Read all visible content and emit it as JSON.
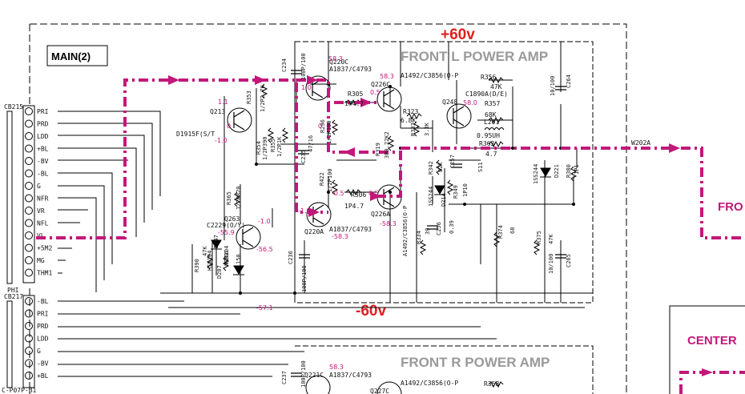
{
  "labels": {
    "main_block": "MAIN(2)",
    "front_l": "FRONT L POWER AMP",
    "front_r": "FRONT R POWER AMP",
    "plus_rail": "+60v",
    "minus_rail": "-60v",
    "fro": "FRO",
    "center": "CENTER",
    "w202a": "W202A"
  },
  "connectors": {
    "cb215": "CB215",
    "cb215_pins": [
      "PRI",
      "PRD",
      "LDD",
      "+BL",
      "-BV",
      "-BL",
      "G",
      "NFR",
      "VR",
      "NFL",
      "VL",
      "+5M2",
      "MG",
      "THM1"
    ],
    "phi": "PHI",
    "cb217": "CB217",
    "cb217_pins": [
      "-BL",
      "PRI",
      "PRD",
      "LDD",
      "G",
      "-BV",
      "+BL"
    ],
    "cp07": "C-P07P-B1"
  },
  "components": {
    "q220c": "Q220C",
    "q220c_part": "A1837/C4793",
    "q226c": "Q226C",
    "q226c_part": "A1492/C3856(O-P",
    "r356": "R356",
    "r356_val": "47K",
    "c1890": "C1890A(D/E)",
    "q248": "Q248",
    "r357": "R357",
    "r357_val": "68K",
    "l201": "L201",
    "l201_val": "0.95UH",
    "r363": "R363",
    "r363_val": "4.7",
    "c264": "C264",
    "c264_val": "10/100",
    "c234": "C234",
    "c234_val": "100P/100",
    "q213": "Q213",
    "d1915": "D1915F(S/T",
    "r353": "R353",
    "r353_val": "1/2P2.7K",
    "r354": "R354",
    "r354_val": "1/2P390",
    "r355": "R355",
    "r355_val": "1/2P1K",
    "c235": "C235",
    "c235_val": "47/16",
    "r296": "R296",
    "r296_val": "1/2P100",
    "r305": "R305",
    "r305_val": "1P4.7",
    "r323": "R323",
    "r323_val": "6.8K",
    "r333": "R333",
    "r333_val": "3.3K",
    "r319": "R319",
    "r319_val": "3P0.22K2",
    "r342": "R342",
    "r342_val": "82K",
    "c257": "C257",
    "c257_val": "S11",
    "d214": "D214",
    "d214_part": "1SS244",
    "r349": "R349",
    "r349_val": "1P10",
    "c256": "C256",
    "c256_val": "0.39",
    "r374": "R374",
    "r374_val": "68",
    "r375": "R375",
    "r375_val": "47K",
    "d221": "D221",
    "d221_part": "1SS244",
    "r380": "R380",
    "r380_val": "1P1",
    "c265": "C265",
    "c265_val": "10/100",
    "r422": "R422",
    "r422_val": "1/2P100",
    "r306": "R306",
    "r306_val": "1P4.7",
    "q226a": "Q226A",
    "q226a_part": "A1492/C3856(O-P",
    "q220a": "Q220A",
    "q220a_part": "A1837/C4793",
    "r365": "R365",
    "r365_val": "1/2P820",
    "q263": "Q263",
    "q263_part": "C2229(O/Y)",
    "d247": "D247",
    "d247_part": "HSS104",
    "d207": "D207",
    "d207_part": "HSS104",
    "r390": "R390",
    "r390_val": "47K",
    "r366": "R366",
    "r366_val": "150",
    "c236": "C236",
    "c236_val": "100P/100",
    "r334": "R334",
    "r334_val": "39",
    "c237": "C237",
    "c237_val": "100P/100",
    "q221c": "Q221C",
    "q221c_part": "A1837/C4793",
    "q227c": "Q227C",
    "q227c_part": "A1492/C3856(O-P",
    "r358": "R358"
  },
  "voltages": {
    "v1": "1.1",
    "v2": "0",
    "v3": "-1.0",
    "v4": "58.3",
    "v5": "1.0",
    "v6": "58.3",
    "v7": "0.5",
    "v8": "58.0",
    "v9": "0",
    "v10": "-0.5",
    "v11": "0.5",
    "v12": "-1.0",
    "v13": "-58.3",
    "v14": "-58.3",
    "v15": "-1.0",
    "v16": "-55.9",
    "v17": "-56.5",
    "v18": "-57.1",
    "v19": "58.3"
  },
  "colors": {
    "signal_path": "#c2187a",
    "rail_label": "#e0201f",
    "block_title": "#9a9a9a"
  }
}
